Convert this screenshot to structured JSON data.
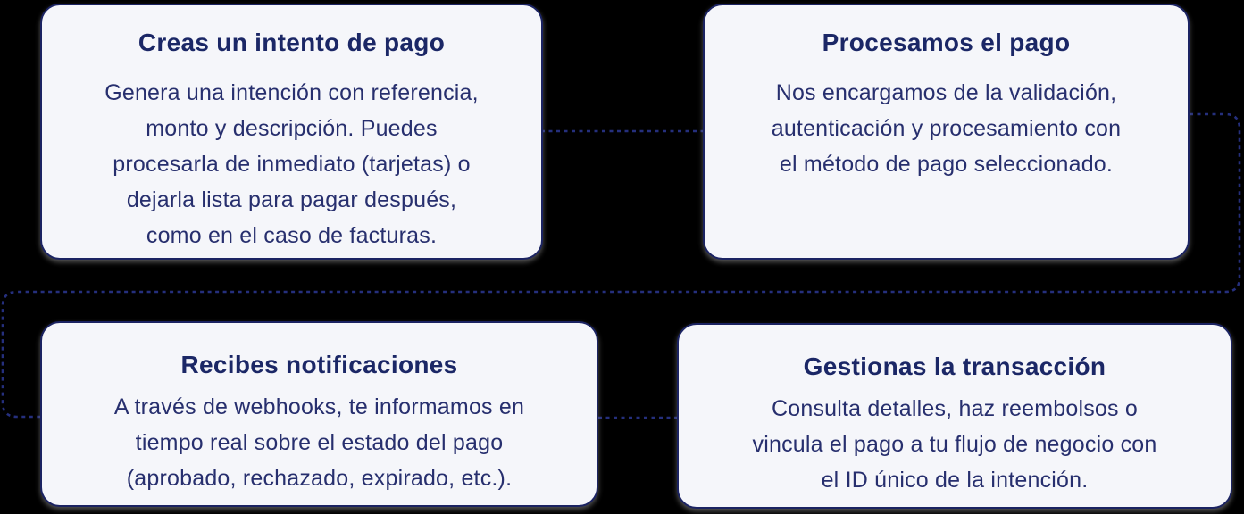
{
  "diagram": {
    "description_language": "es",
    "background_color": "#000000",
    "palette": {
      "card_fill": "#f5f6fa",
      "card_border": "#1b2362",
      "title_color": "#1b2766",
      "body_color": "#272f6e",
      "connector_color": "#252f7d"
    },
    "steps": [
      {
        "id": "create-payment-intent",
        "title": "Creas un intento de pago",
        "body_lines": [
          "Genera una intención con referencia,",
          "monto y descripción. Puedes",
          "procesarla de inmediato (tarjetas) o",
          "dejarla lista para pagar después,",
          "como en el caso de facturas."
        ]
      },
      {
        "id": "process-payment",
        "title": "Procesamos el pago",
        "body_lines": [
          "Nos encargamos de la validación,",
          "autenticación y procesamiento con",
          "el método de pago seleccionado."
        ]
      },
      {
        "id": "receive-notifications",
        "title": "Recibes notificaciones",
        "body_lines": [
          "A través de webhooks, te informamos en",
          "tiempo real sobre el estado del pago",
          "(aprobado, rechazado, expirado, etc.)."
        ]
      },
      {
        "id": "manage-transaction",
        "title": "Gestionas la transacción",
        "body_lines": [
          "Consulta detalles, haz reembolsos o",
          "vincula el pago a tu flujo de negocio con",
          "el ID único de la intención."
        ]
      }
    ]
  }
}
